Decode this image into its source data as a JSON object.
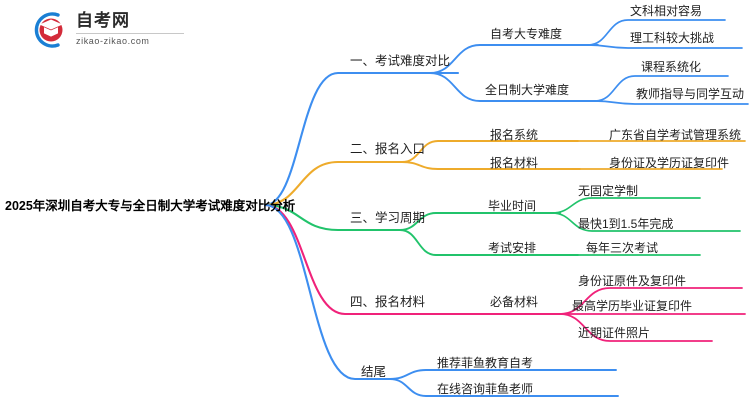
{
  "logo": {
    "name_cn": "自考网",
    "name_en": "zikao-zikao.com",
    "mark_icon": "graduation-cap-in-circle-icon",
    "arc_color": "#1a7fd4",
    "cap_color": "#d32b3a"
  },
  "mindmap": {
    "root": {
      "label": "2025年深圳自考大专与全日制大学考试难度对比分析"
    },
    "branches": [
      {
        "label": "一、考试难度对比",
        "color": "#3d8ef0",
        "children": [
          {
            "label": "自考大专难度",
            "children": [
              {
                "label": "文科相对容易"
              },
              {
                "label": "理工科较大挑战"
              }
            ]
          },
          {
            "label": "全日制大学难度",
            "children": [
              {
                "label": "课程系统化"
              },
              {
                "label": "教师指导与同学互动"
              }
            ]
          }
        ]
      },
      {
        "label": "二、报名入口",
        "color": "#eeab2b",
        "children": [
          {
            "label": "报名系统",
            "children": [
              {
                "label": "广东省自学考试管理系统"
              }
            ]
          },
          {
            "label": "报名材料",
            "children": [
              {
                "label": "身份证及学历证复印件"
              }
            ]
          }
        ]
      },
      {
        "label": "三、学习周期",
        "color": "#21c36b",
        "children": [
          {
            "label": "毕业时间",
            "children": [
              {
                "label": "无固定学制"
              },
              {
                "label": "最快1到1.5年完成"
              }
            ]
          },
          {
            "label": "考试安排",
            "children": [
              {
                "label": "每年三次考试"
              }
            ]
          }
        ]
      },
      {
        "label": "四、报名材料",
        "color": "#f0227a",
        "children": [
          {
            "label": "必备材料",
            "children": [
              {
                "label": "身份证原件及复印件"
              },
              {
                "label": "最高学历毕业证复印件"
              },
              {
                "label": "近期证件照片"
              }
            ]
          }
        ]
      },
      {
        "label": "结尾",
        "color": "#3d8ef0",
        "children": [
          {
            "label": "推荐菲鱼教育自考",
            "children": []
          },
          {
            "label": "在线咨询菲鱼老师",
            "children": []
          }
        ]
      }
    ]
  }
}
